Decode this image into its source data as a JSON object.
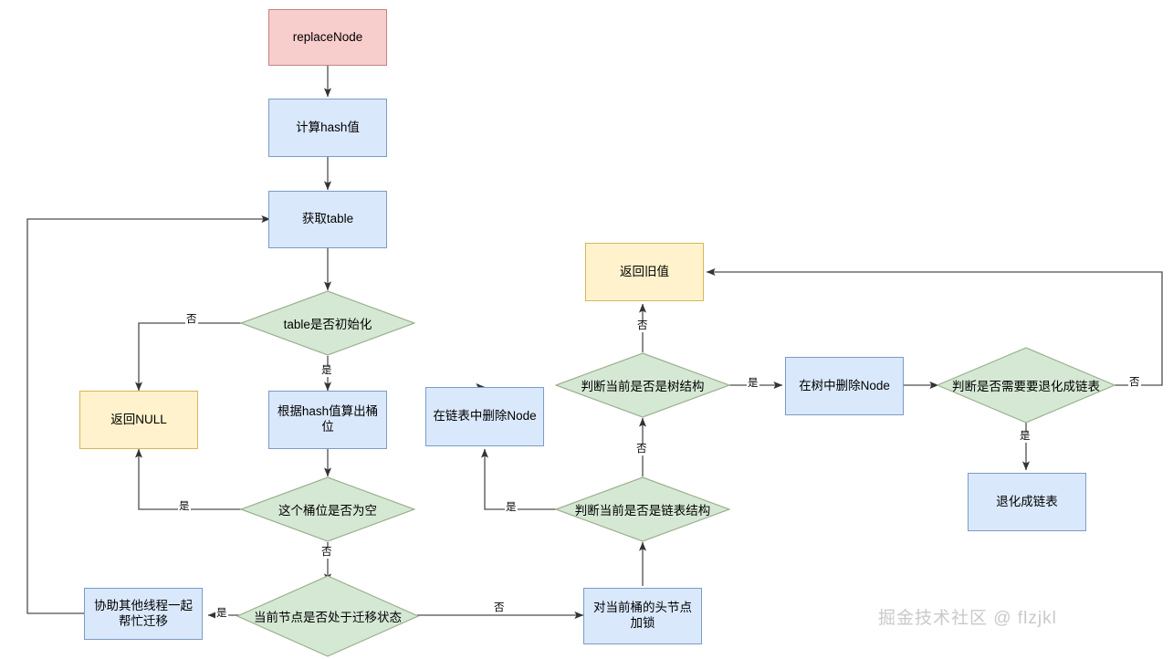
{
  "diagram": {
    "title": "replaceNode flowchart",
    "colors": {
      "blue_fill": "#dae8fc",
      "blue_stroke": "#7a9cc6",
      "pink_fill": "#f8cecc",
      "pink_stroke": "#c58382",
      "yellow_fill": "#fff2cc",
      "yellow_stroke": "#d6b656",
      "green_fill": "#d5e8d4",
      "green_stroke": "#9bb08e",
      "edge_stroke": "#4d4d4d",
      "watermark_color": "#c9c9c9"
    },
    "nodes": [
      {
        "id": "start",
        "label": "replaceNode"
      },
      {
        "id": "calc_hash",
        "label": "计算hash值"
      },
      {
        "id": "get_table",
        "label": "获取table"
      },
      {
        "id": "table_init",
        "label": "table是否初始化"
      },
      {
        "id": "return_null",
        "label": "返回NULL"
      },
      {
        "id": "calc_bucket",
        "label": "根据hash值算出桶\n位"
      },
      {
        "id": "remove_list",
        "label": "在链表中删除Node"
      },
      {
        "id": "bucket_empty",
        "label": "这个桶位是否为空"
      },
      {
        "id": "migrating",
        "label": "当前节点是否处于迁移状态"
      },
      {
        "id": "help_migrate",
        "label": "协助其他线程一起\n帮忙迁移"
      },
      {
        "id": "lock_head",
        "label": "对当前桶的头节点\n加锁"
      },
      {
        "id": "is_list",
        "label": "判断当前是否是链表结构"
      },
      {
        "id": "is_tree",
        "label": "判断当前是否是树结构"
      },
      {
        "id": "return_old",
        "label": "返回旧值"
      },
      {
        "id": "remove_tree",
        "label": "在树中删除Node"
      },
      {
        "id": "need_untree",
        "label": "判断是否需要要退化成链表"
      },
      {
        "id": "untreeify",
        "label": "退化成链表"
      }
    ],
    "edge_labels": {
      "table_init_no": "否",
      "table_init_yes": "是",
      "bucket_empty_yes": "是",
      "bucket_empty_no": "否",
      "migrating_yes": "是",
      "migrating_no": "否",
      "is_list_yes": "是",
      "is_list_no": "否",
      "is_tree_yes": "是",
      "is_tree_no": "否",
      "need_untree_yes": "是",
      "need_untree_no": "否"
    }
  },
  "watermark": {
    "text": "掘金技术社区 @ flzjkl"
  }
}
